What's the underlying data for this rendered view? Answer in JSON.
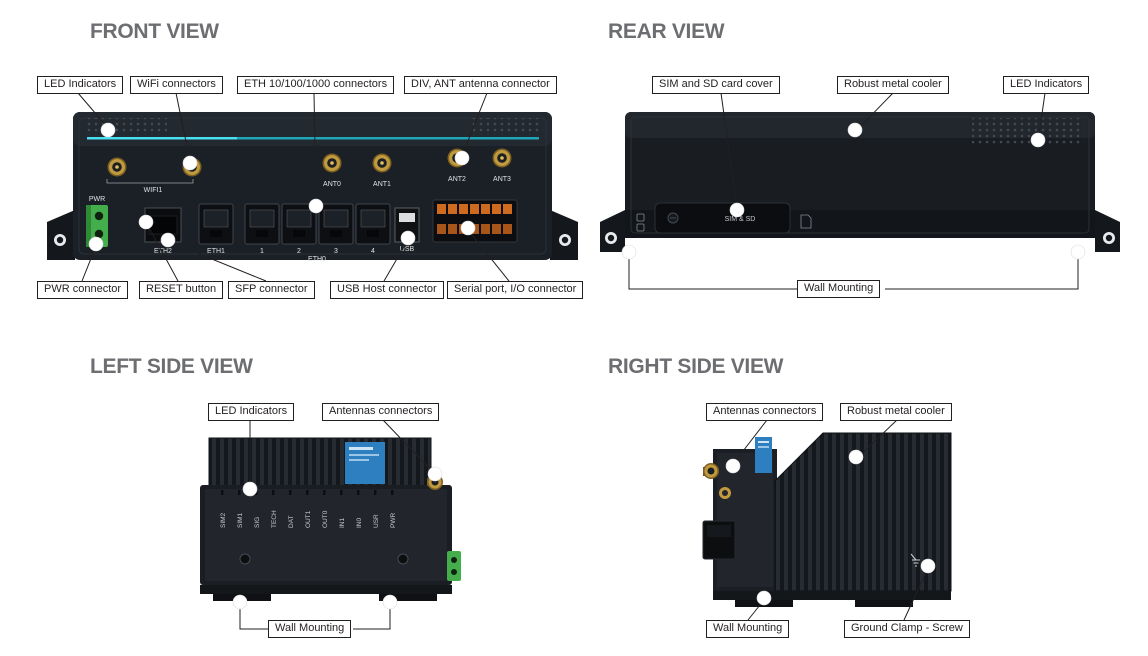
{
  "palette": {
    "title_gray": "#6d6e71",
    "leader_line": "#231f20",
    "device_dark": "#1b2026",
    "connector_gold": "#c09a3e",
    "pwr_green": "#43ae4b",
    "led_teal": "#1fb4c9",
    "label_blue": "#2e7fc0"
  },
  "front": {
    "title": "FRONT VIEW",
    "callouts": {
      "led": "LED Indicators",
      "wifi": "WiFi connectors",
      "eth": "ETH 10/100/1000 connectors",
      "ant": "DIV, ANT antenna connector",
      "pwr": "PWR connector",
      "reset": "RESET button",
      "sfp": "SFP connector",
      "usb": "USB Host connector",
      "serial": "Serial port, I/O connector"
    },
    "device": {
      "pwr": "PWR",
      "wifi1": "WIFI1",
      "ant0": "ANT0",
      "ant1": "ANT1",
      "ant2": "ANT2",
      "ant3": "ANT3",
      "eth2": "ETH2",
      "eth1": "ETH1",
      "eth0": "ETH0",
      "port1": "1",
      "port2": "2",
      "port3": "3",
      "port4": "4",
      "usb": "USB"
    }
  },
  "rear": {
    "title": "REAR VIEW",
    "callouts": {
      "sim": "SIM and SD card cover",
      "cooler": "Robust metal cooler",
      "led": "LED Indicators",
      "wall": "Wall Mounting"
    },
    "device": {
      "simsd": "SIM & SD"
    }
  },
  "left": {
    "title": "LEFT SIDE VIEW",
    "callouts": {
      "led": "LED Indicators",
      "ant": "Antennas connectors",
      "wall": "Wall Mounting"
    },
    "device": {
      "leds": [
        "SIM2",
        "SIM1",
        "SIG",
        "TECH",
        "DAT",
        "OUT1",
        "OUT0",
        "IN1",
        "IN0",
        "USR",
        "PWR"
      ]
    }
  },
  "right": {
    "title": "RIGHT SIDE VIEW",
    "callouts": {
      "ant": "Antennas connectors",
      "cooler": "Robust metal cooler",
      "wall": "Wall Mounting",
      "ground": "Ground Clamp - Screw"
    }
  }
}
